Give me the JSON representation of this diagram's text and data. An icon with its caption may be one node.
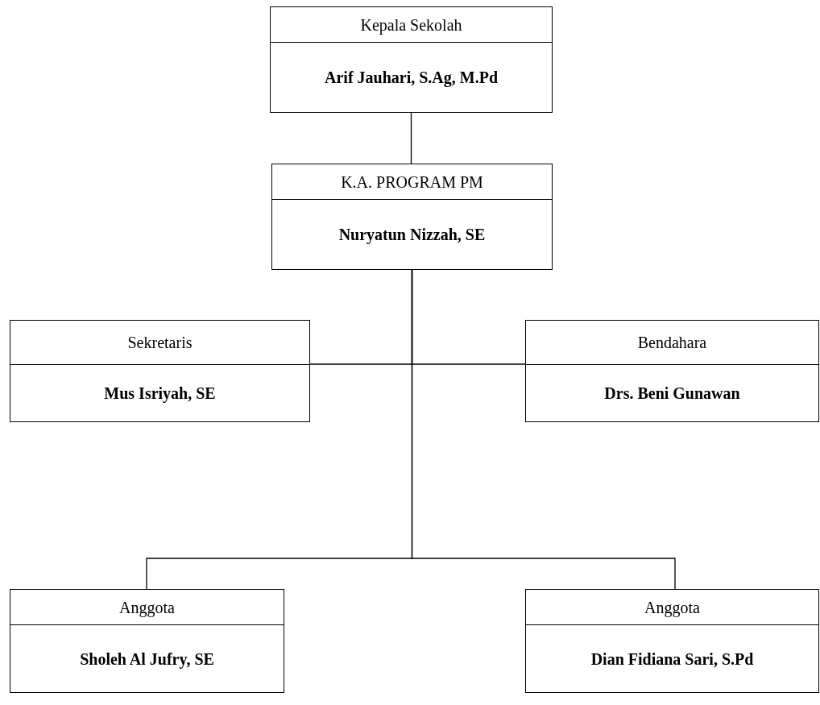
{
  "diagram": {
    "nodes": [
      {
        "text": [
          "Kepala Sekolah",
          "Arif Jauhari, S.Ag, M.Pd"
        ]
      },
      {
        "text": [
          "K.A. PROGRAM PM",
          "Nuryatun Nizzah, SE"
        ]
      },
      {
        "text": [
          "Sekretaris",
          "Mus Isriyah, SE"
        ]
      },
      {
        "text": [
          "Bendahara",
          "Drs. Beni Gunawan"
        ]
      },
      {
        "text": [
          "Anggota",
          "Sholeh Al Jufry, SE"
        ]
      },
      {
        "text": [
          "Anggota",
          "Dian Fidiana Sari, S.Pd"
        ]
      }
    ],
    "edges": [
      {
        "from": 0,
        "to": 1,
        "arrow": "none"
      },
      {
        "from": 1,
        "to": 2,
        "arrow": "none"
      },
      {
        "from": 1,
        "to": 3,
        "arrow": "none"
      },
      {
        "from": 1,
        "to": 4,
        "arrow": "none"
      },
      {
        "from": 1,
        "to": 5,
        "arrow": "none"
      }
    ]
  }
}
